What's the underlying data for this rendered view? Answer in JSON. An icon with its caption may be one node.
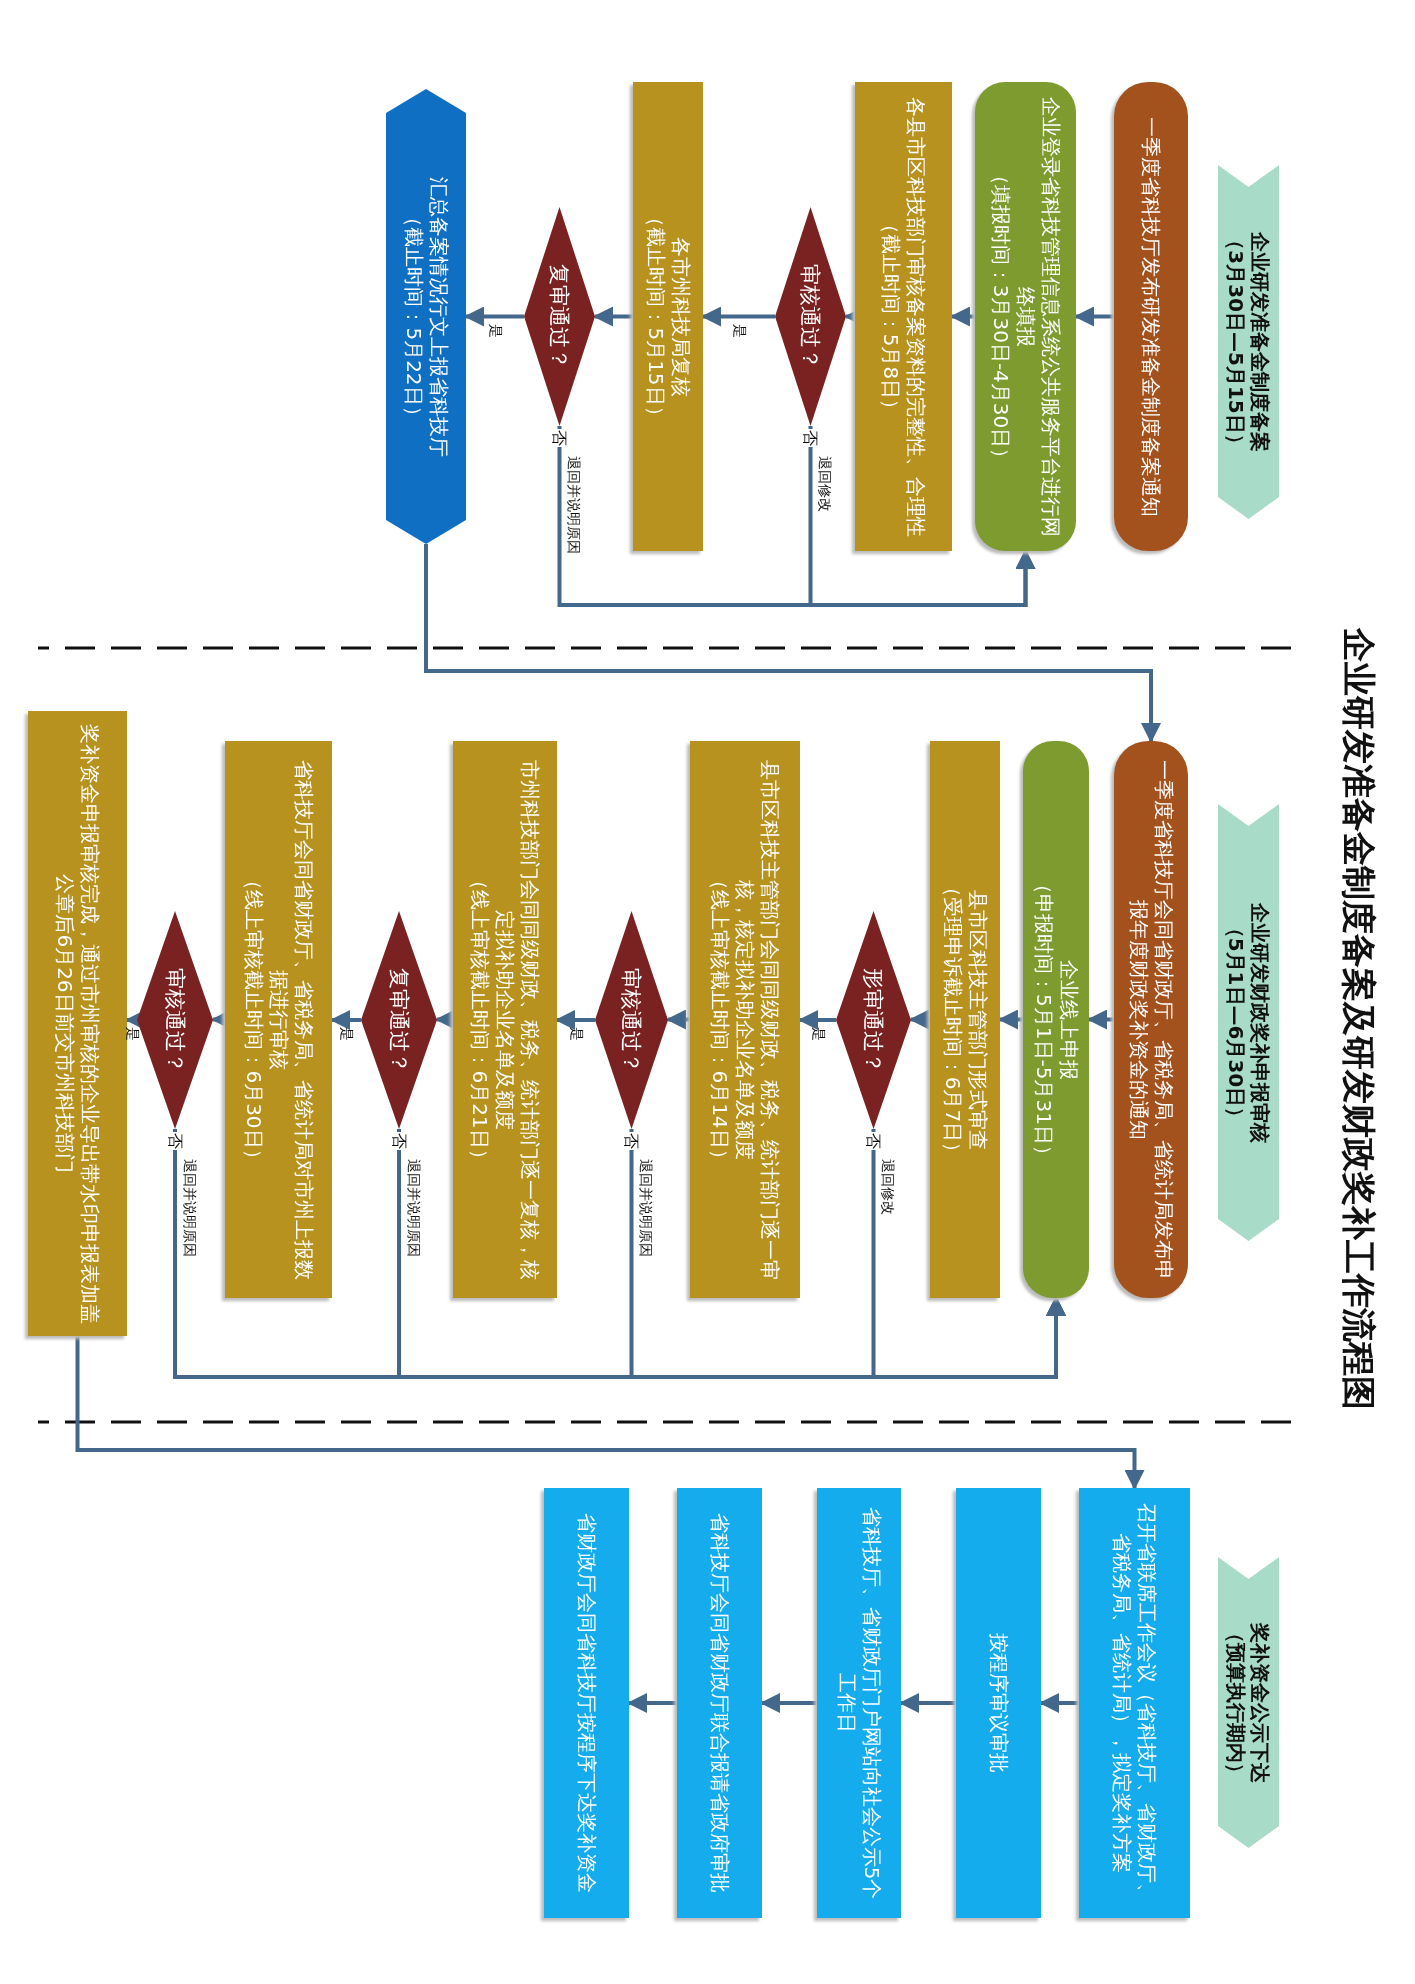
{
  "diagram": {
    "title": "企业研发准备金制度备案及研发财政奖补工作流程图",
    "nodes": [
      {
        "text": [
          "企业研发准备金制度备案",
          "（3月30日—5月15日）"
        ]
      },
      {
        "text": [
          "一季度省科技厅发布研发准备金制度备案通知"
        ]
      },
      {
        "text": [
          "企业登录省科技管理信息系统公共服务平台进行网络填报",
          "（填报时间：3月30日-4月30日）"
        ]
      },
      {
        "text": [
          "各县市区科技部门审核备案资料的完整性、合理性",
          "（截止时间：5月8日）"
        ]
      },
      {
        "text": [
          "审核通过？"
        ]
      },
      {
        "text": [
          "各市州科技局复核",
          "（截止时间：5月15日）"
        ]
      },
      {
        "text": [
          "复审通过？"
        ]
      },
      {
        "text": [
          "汇总备案情况行文上报省科技厅",
          "（截止时间：5月22日）"
        ]
      },
      {
        "text": [
          "企业研发财政奖补申报审核",
          "（5月1日—6月30日）"
        ]
      },
      {
        "text": [
          "一季度省科技厅会同省财政厅、省税务局、省统计局发布申报年度财政奖补资金的通知"
        ]
      },
      {
        "text": [
          "企业线上申报",
          "（申报时间：5月1日-5月31日）"
        ]
      },
      {
        "text": [
          "县市区科技主管部门形式审查",
          "（受理申诉截止时间：6月7日）"
        ]
      },
      {
        "text": [
          "形审通过？"
        ]
      },
      {
        "text": [
          "县市区科技主管部门会同同级财政、税务、统计部门逐一审核，核定拟补助企业名单及额度",
          "（线上审核截止时间：6月14日）"
        ]
      },
      {
        "text": [
          "审核通过？"
        ]
      },
      {
        "text": [
          "市州科技部门会同同级财政、税务、统计部门逐一复核，核定拟补助企业名单及额度",
          "（线上审核截止时间：6月21日）"
        ]
      },
      {
        "text": [
          "复审通过？"
        ]
      },
      {
        "text": [
          "省科技厅会同省财政厅、省税务局、省统计局对市州上报数据进行审核",
          "（线上审核截止时间：6月30日）"
        ]
      },
      {
        "text": [
          "审核通过？"
        ]
      },
      {
        "text": [
          "奖补资金申报审核完成，通过市州审核的企业导出带水印申报表加盖公章后6月26日前交市州科技部门"
        ]
      },
      {
        "text": [
          "奖补资金公示下达",
          "（预算执行期内）"
        ]
      },
      {
        "text": [
          "召开省联席工作会议（省科技厅、省财政厅、省税务局、省统计局），拟定奖补方案"
        ]
      },
      {
        "text": [
          "按程序审议审批"
        ]
      },
      {
        "text": [
          "省科技厅、省财政厅门户网站向社会公示5个工作日"
        ]
      },
      {
        "text": [
          "省科技厅会同省财政厅联合报请省政府审批"
        ]
      },
      {
        "text": [
          "省财政厅会同省科技厅按程序下达奖补资金"
        ]
      }
    ],
    "edges": [
      {
        "from": 1,
        "to": 2,
        "arrow": "to"
      },
      {
        "from": 2,
        "to": 3,
        "arrow": "to"
      },
      {
        "from": 3,
        "to": 4,
        "arrow": "to"
      },
      {
        "from": 4,
        "to": 5,
        "arrow": "to",
        "label": "是"
      },
      {
        "from": 5,
        "to": 6,
        "arrow": "to"
      },
      {
        "from": 6,
        "to": 7,
        "arrow": "to",
        "label": "是"
      },
      {
        "from": 4,
        "to": 2,
        "arrow": "to",
        "label": "退回修改"
      },
      {
        "from": 6,
        "to": 2,
        "arrow": "to",
        "label": "退回并说明原因"
      },
      {
        "from": 7,
        "to": 9,
        "arrow": "to"
      },
      {
        "from": 9,
        "to": 10,
        "arrow": "to"
      },
      {
        "from": 10,
        "to": 11,
        "arrow": "to"
      },
      {
        "from": 11,
        "to": 12,
        "arrow": "to"
      },
      {
        "from": 12,
        "to": 13,
        "arrow": "to",
        "label": "是"
      },
      {
        "from": 13,
        "to": 14,
        "arrow": "to"
      },
      {
        "from": 14,
        "to": 15,
        "arrow": "to",
        "label": "是"
      },
      {
        "from": 15,
        "to": 16,
        "arrow": "to"
      },
      {
        "from": 16,
        "to": 17,
        "arrow": "to",
        "label": "是"
      },
      {
        "from": 17,
        "to": 18,
        "arrow": "to"
      },
      {
        "from": 18,
        "to": 19,
        "arrow": "to",
        "label": "是"
      },
      {
        "from": 12,
        "to": 10,
        "arrow": "to",
        "label": "退回修改"
      },
      {
        "from": 14,
        "to": 10,
        "arrow": "to",
        "label": "退回并说明原因"
      },
      {
        "from": 16,
        "to": 10,
        "arrow": "to",
        "label": "退回并说明原因"
      },
      {
        "from": 18,
        "to": 10,
        "arrow": "to",
        "label": "退回并说明原因"
      },
      {
        "from": 19,
        "to": 21,
        "arrow": "to"
      },
      {
        "from": 21,
        "to": 22,
        "arrow": "to"
      },
      {
        "from": 22,
        "to": 23,
        "arrow": "to"
      },
      {
        "from": 23,
        "to": 24,
        "arrow": "to"
      },
      {
        "from": 24,
        "to": 25,
        "arrow": "to"
      }
    ],
    "labels": [
      "否",
      "否",
      "否",
      "否",
      "否",
      "否"
    ]
  }
}
